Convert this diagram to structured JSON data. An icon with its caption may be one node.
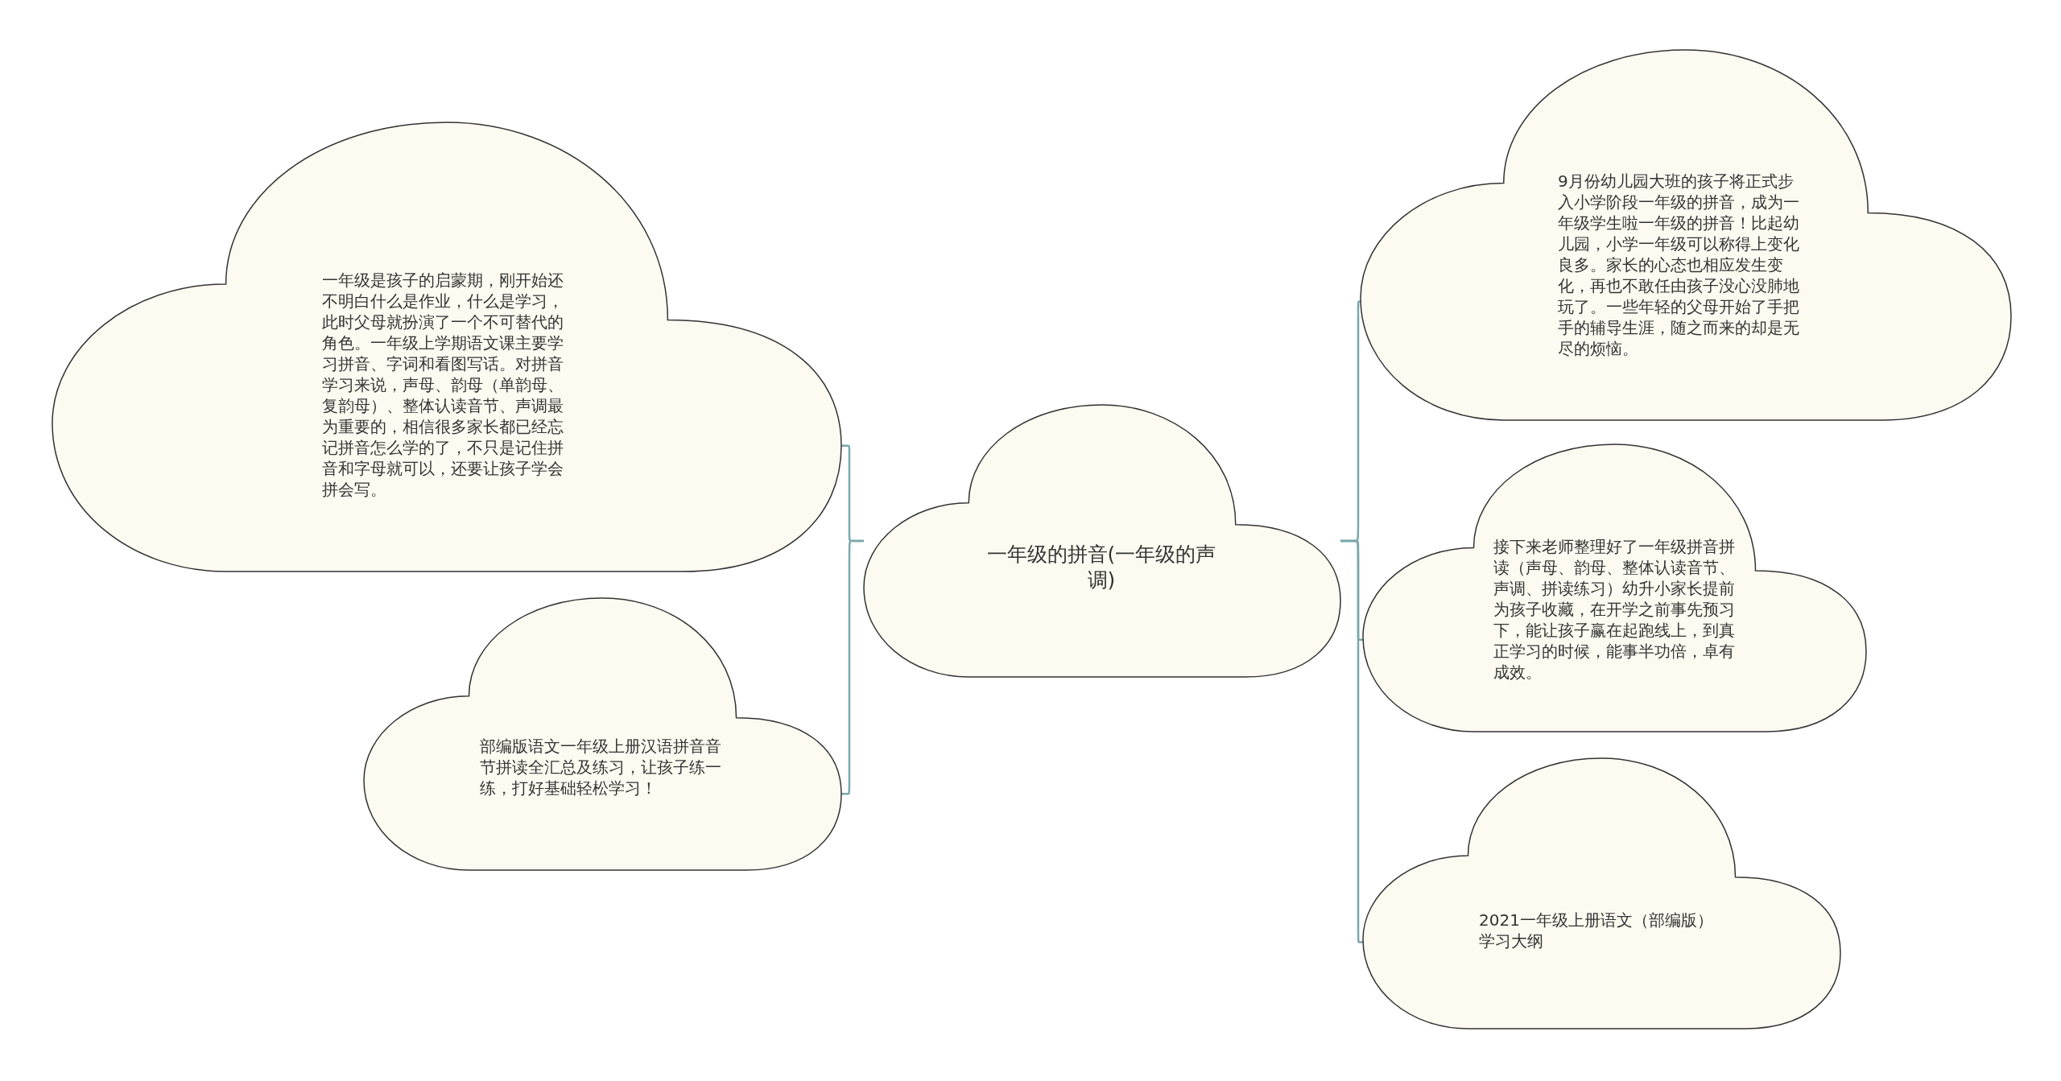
{
  "diagram": {
    "nodes": [
      {
        "text": [
          "一年级的拼音(一年级的声调)"
        ]
      },
      {
        "text": [
          "一年级是孩子的启蒙期，刚开始还不明白什么是作业，什么是学习，此时父母就扮演了一个不可替代的角色。一年级上学期语文课主要学习拼音、字词和看图写话。对拼音学习来说，声母、韵母（单韵母、复韵母）、整体认读音节、声调最为重要的，相信很多家长都已经忘记拼音怎么学的了，不只是记住拼音和字母就可以，还要让孩子学会拼会写。"
        ]
      },
      {
        "text": [
          "部编版语文一年级上册汉语拼音音节拼读全汇总及练习，让孩子练一练，打好基础轻松学习！"
        ]
      },
      {
        "text": [
          "9月份幼儿园大班的孩子将正式步入小学阶段一年级的拼音，成为一年级学生啦一年级的拼音！比起幼儿园，小学一年级可以称得上变化良多。家长的心态也相应发生变化，再也不敢任由孩子没心没肺地玩了。一些年轻的父母开始了手把手的辅导生涯，随之而来的却是无尽的烦恼。"
        ]
      },
      {
        "text": [
          "接下来老师整理好了一年级拼音拼读（声母、韵母、整体认读音节、声调、拼读练习）幼升小家长提前为孩子收藏，在开学之前事先预习下，能让孩子赢在起跑线上，到真正学习的时候，能事半功倍，卓有成效。"
        ]
      },
      {
        "text": [
          "2021一年级上册语文（部编版）学习大纲"
        ]
      }
    ],
    "edges": [
      {
        "from": 0,
        "to": 1,
        "arrow": "none"
      },
      {
        "from": 0,
        "to": 2,
        "arrow": "none"
      },
      {
        "from": 0,
        "to": 3,
        "arrow": "none"
      },
      {
        "from": 0,
        "to": 4,
        "arrow": "none"
      },
      {
        "from": 0,
        "to": 5,
        "arrow": "none"
      }
    ]
  }
}
